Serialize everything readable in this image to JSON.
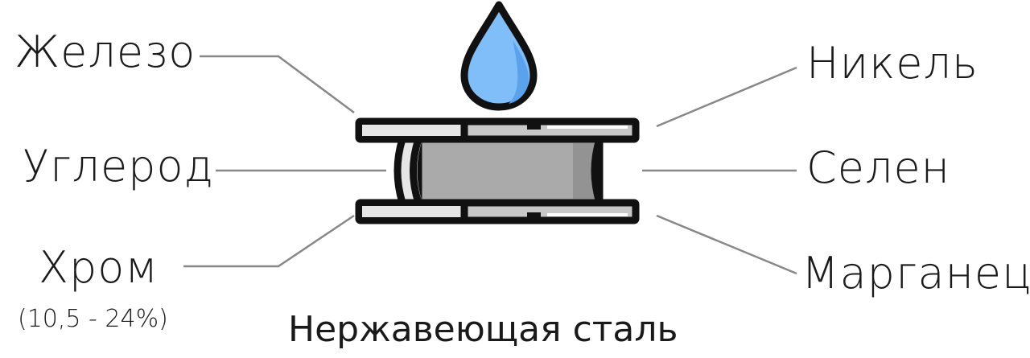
{
  "labels": {
    "iron": "Железо",
    "carbon": "Углерод",
    "chromium": "Хром",
    "chromium_percent": "(10,5 - 24%)",
    "nickel": "Никель",
    "selenium": "Селен",
    "manganese": "Марганец"
  },
  "title": "Нержавеющая сталь",
  "colors": {
    "outline": "#111111",
    "leader": "#888888",
    "drop": "#7fbef8",
    "drop_shade": "#5aa3ec",
    "steel": "#aaaaaa",
    "steel_shade": "#939393",
    "steel_light": "#e6e6e6",
    "steel_top": "#c8c8c8"
  }
}
